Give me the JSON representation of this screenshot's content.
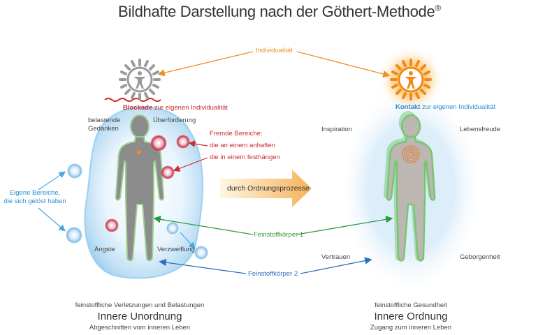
{
  "title": {
    "text": "Bildhafte Darstellung nach der Göthert-Methode",
    "mark": "®"
  },
  "top_link": "Individualität",
  "left": {
    "blockade_bold": "Blockade",
    "blockade_rest": " zur eigenen Individualität",
    "labels": {
      "belastende": "belastende",
      "gedanken": "Gedanken",
      "ueberforderung": "Überforderung",
      "aengste": "Ängste",
      "verzweiflung": "Verzweiflung"
    },
    "fremde": {
      "heading": "Fremde Bereiche:",
      "line1": "die an einem anhaften",
      "line2": "die in einem festhängen"
    },
    "eigene": {
      "line1": "Eigene Bereiche,",
      "line2": "die sich gelöst haben"
    },
    "caption": {
      "small": "feinstoffliche Verletzungen und Belastungen",
      "big": "Innere Unordnung",
      "sub": "Abgeschnitten vom inneren Leben"
    }
  },
  "right": {
    "kontakt_bold": "Kontakt",
    "kontakt_rest": " zur eigenen Individualität",
    "labels": {
      "inspiration": "Inspiration",
      "lebensfreude": "Lebensfreude",
      "vertrauen": "Vertrauen",
      "geborgenheit": "Geborgenheit"
    },
    "caption": {
      "small": "feinstoffliche Gesundheit",
      "big": "Innere Ordnung",
      "sub": "Zugang zum inneren Leben"
    }
  },
  "center_arrow": "durch Ordnungsprozesse",
  "fk1": "Feinstoffkörper 1",
  "fk2": "Feinstoffkörper 2",
  "colors": {
    "orange": "#e8912a",
    "red": "#cc2d2d",
    "blue": "#2b8fcf",
    "green": "#2e9a3c",
    "aura_blue": "#a9d3f0",
    "figure_gray": "#8c8c8c"
  }
}
